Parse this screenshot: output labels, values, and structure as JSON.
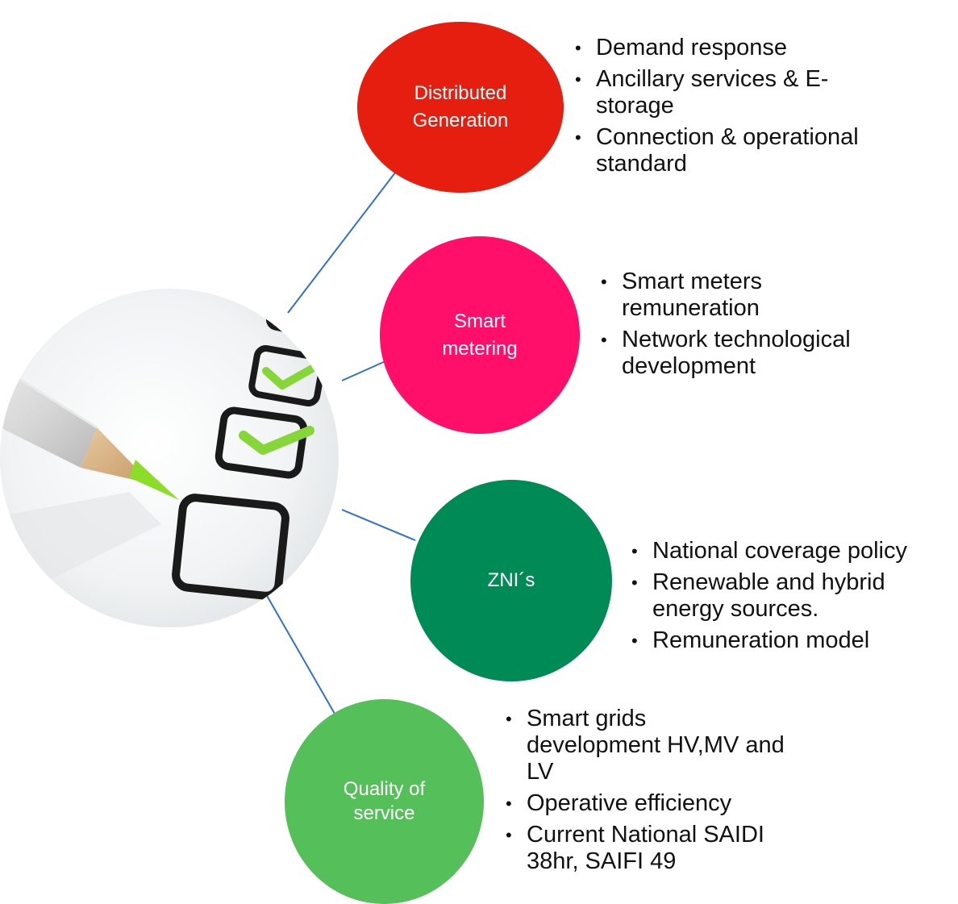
{
  "title": "",
  "colors": {
    "distributed_generation": "#e61e10",
    "smart_metering": "#ff0f6a",
    "znis": "#008a55",
    "quality_of_service": "#55bf5a",
    "connector": "#2f6fd8",
    "bullet_text": "#111111"
  },
  "image": {
    "description_icon": "pencil-checklist-icon"
  },
  "nodes": [
    {
      "id": "dg",
      "label": "Distributed\nGeneration",
      "bullets": [
        "Demand response",
        "Ancillary services &  E-\nstorage",
        "Connection & operational\nstandard"
      ]
    },
    {
      "id": "sm",
      "label": "Smart\nmetering",
      "bullets": [
        "Smart meters\nremuneration",
        "Network technological\ndevelopment"
      ]
    },
    {
      "id": "zni",
      "label": "ZNI´s",
      "bullets": [
        "National coverage policy",
        "Renewable and hybrid\nenergy sources.",
        "Remuneration model"
      ]
    },
    {
      "id": "qos",
      "label": "Quality of\nservice",
      "bullets": [
        "Smart grids\ndevelopment HV,MV and\nLV",
        "Operative efficiency",
        "Current National SAIDI\n38hr, SAIFI 49"
      ]
    }
  ]
}
